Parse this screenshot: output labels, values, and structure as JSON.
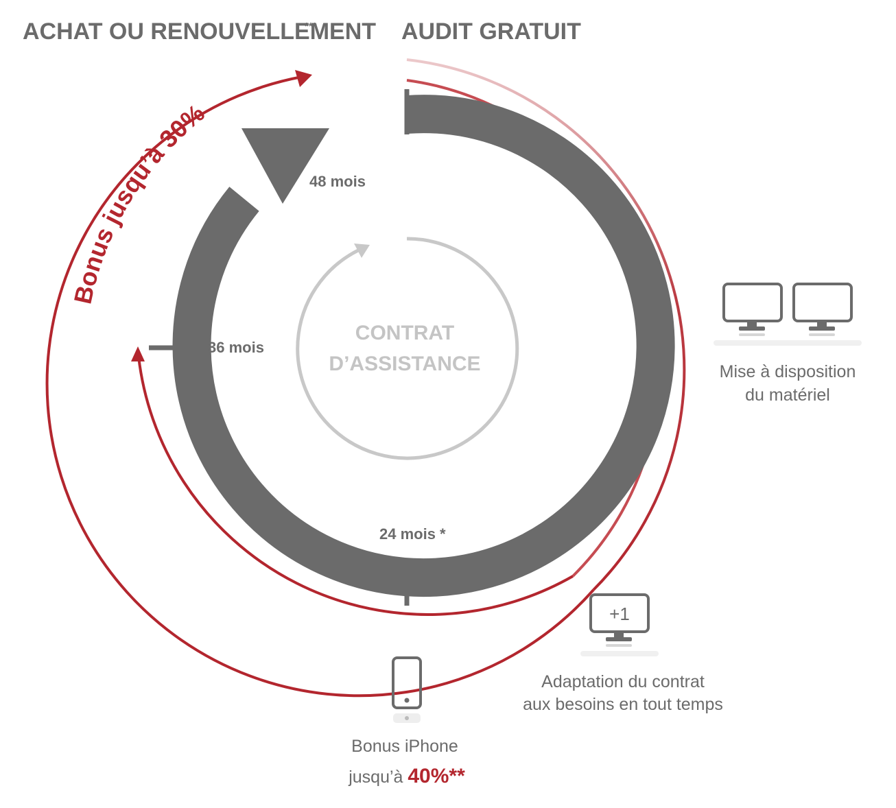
{
  "headers": {
    "purchase": "ACHAT OU RENOUVELLEMENT",
    "purchase_note": "***",
    "audit": "AUDIT GRATUIT"
  },
  "bonus_arc": {
    "text": "Bonus jusqu’à 30%",
    "note": "**"
  },
  "center": {
    "line1": "CONTRAT",
    "line2": "D’ASSISTANCE"
  },
  "milestones": {
    "m48": "48 mois",
    "m36": "36 mois",
    "m24": "24 mois *"
  },
  "features": {
    "hardware_line1": "Mise à disposition",
    "hardware_line2": "du matériel",
    "adapt_badge": "+1",
    "adapt_line1": "Adaptation du contrat",
    "adapt_line2": "aux besoins en tout temps",
    "iphone_line1": "Bonus iPhone",
    "iphone_prefix": "jusqu’à ",
    "iphone_value": "40%",
    "iphone_note": "**"
  },
  "colors": {
    "red": "#b3262e",
    "dark_gray": "#6b6b6b",
    "light_gray": "#c8c8c8"
  },
  "icons": {
    "hardware": "monitor-icon",
    "adapt": "monitor-plus-one-icon",
    "iphone": "smartphone-icon"
  }
}
